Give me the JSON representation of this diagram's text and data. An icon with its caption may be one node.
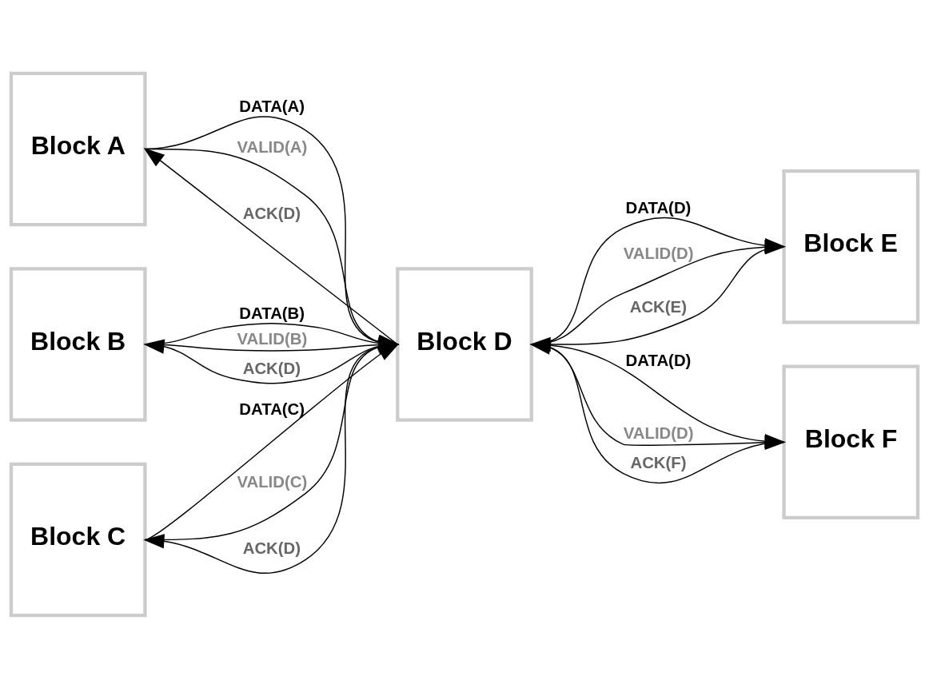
{
  "diagram": {
    "nodes": [
      {
        "text": [
          "Block A"
        ]
      },
      {
        "text": [
          "Block B"
        ]
      },
      {
        "text": [
          "Block C"
        ]
      },
      {
        "text": [
          "Block D"
        ]
      },
      {
        "text": [
          "Block E"
        ]
      },
      {
        "text": [
          "Block F"
        ]
      }
    ],
    "edges": [
      {
        "from": 0,
        "to": 3,
        "arrow": "to",
        "label": "DATA(A)"
      },
      {
        "from": 0,
        "to": 3,
        "arrow": "to",
        "label": "VALID(A)"
      },
      {
        "from": 3,
        "to": 0,
        "arrow": "to",
        "label": "ACK(D)"
      },
      {
        "from": 1,
        "to": 3,
        "arrow": "to",
        "label": "DATA(B)"
      },
      {
        "from": 1,
        "to": 3,
        "arrow": "to",
        "label": "VALID(B)"
      },
      {
        "from": 3,
        "to": 1,
        "arrow": "to",
        "label": "ACK(D)"
      },
      {
        "from": 2,
        "to": 3,
        "arrow": "to",
        "label": "DATA(C)"
      },
      {
        "from": 2,
        "to": 3,
        "arrow": "to",
        "label": "VALID(C)"
      },
      {
        "from": 3,
        "to": 2,
        "arrow": "to",
        "label": "ACK(D)"
      },
      {
        "from": 3,
        "to": 4,
        "arrow": "to",
        "label": "DATA(D)"
      },
      {
        "from": 3,
        "to": 4,
        "arrow": "to",
        "label": "VALID(D)"
      },
      {
        "from": 4,
        "to": 3,
        "arrow": "to",
        "label": "ACK(E)"
      },
      {
        "from": 3,
        "to": 5,
        "arrow": "to",
        "label": "DATA(D)"
      },
      {
        "from": 3,
        "to": 5,
        "arrow": "to",
        "label": "VALID(D)"
      },
      {
        "from": 5,
        "to": 3,
        "arrow": "to",
        "label": "ACK(F)"
      }
    ]
  }
}
